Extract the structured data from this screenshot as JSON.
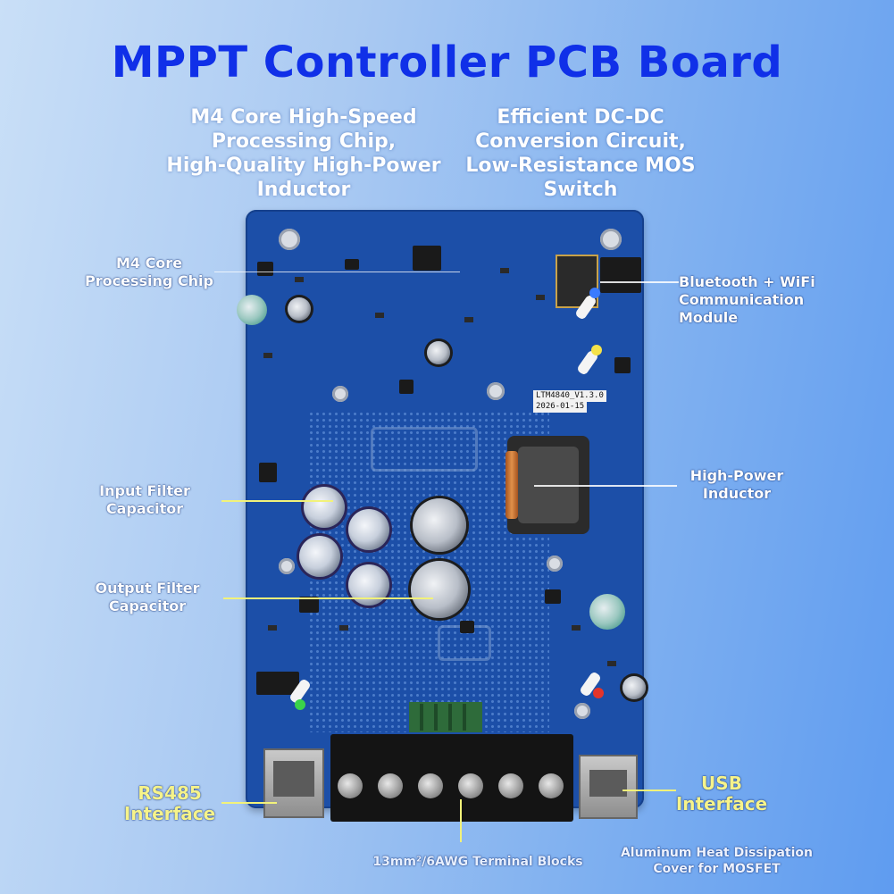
{
  "title": "MPPT Controller PCB Board",
  "headlines": {
    "left": [
      "M4 Core High-Speed",
      "Processing Chip,",
      "High-Quality High-Power",
      "Inductor"
    ],
    "right": [
      "Efficient DC-DC",
      "Conversion Circuit,",
      "Low-Resistance MOS",
      "Switch"
    ]
  },
  "callouts": {
    "processing_chip": [
      "M4 Core",
      "Processing Chip"
    ],
    "comm_module": [
      "Bluetooth + WiFi",
      "Communication",
      "Module"
    ],
    "inductor": [
      "High-Power",
      "Inductor"
    ],
    "input_filter": [
      "Input Filter",
      "Capacitor"
    ],
    "output_filter": [
      "Output Filter",
      "Capacitor"
    ],
    "rs485": [
      "RS485",
      "Interface"
    ],
    "usb": [
      "USB",
      "Interface"
    ],
    "terminal_blocks": "13mm²/6AWG Terminal Blocks",
    "heat_cover": [
      "Aluminum Heat Dissipation",
      "Cover for MOSFET"
    ]
  },
  "board_silkscreen": {
    "model": "LTM4840_V1.3.0",
    "date": "2026-01-15"
  },
  "colors": {
    "title": "#1030e8",
    "leader": "#f2f27a",
    "pcb": "#1c4fa8"
  }
}
